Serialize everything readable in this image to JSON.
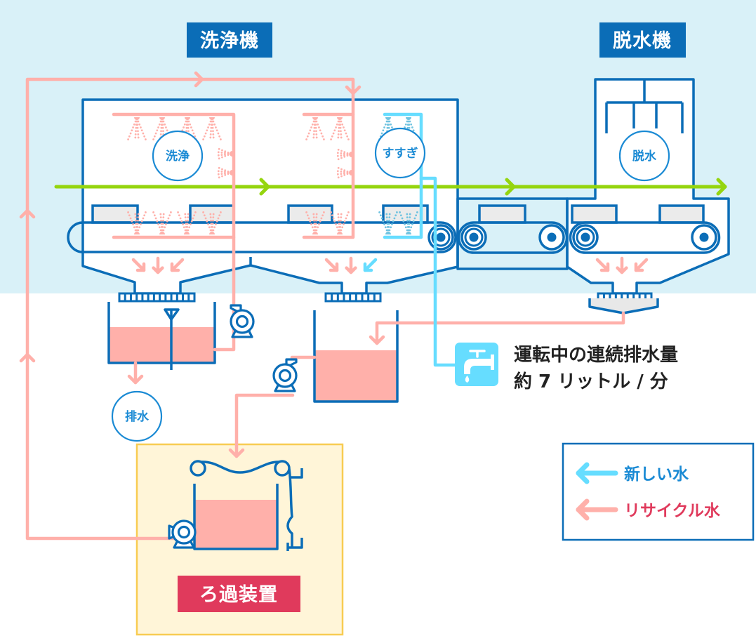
{
  "machines": {
    "washer_label": "洗浄機",
    "dehydrator_label": "脱水機"
  },
  "stages": {
    "wash": "洗浄",
    "rinse": "すすぎ",
    "dewater": "脱水",
    "drain": "排水"
  },
  "drain_info": {
    "icon": "faucet-icon",
    "line1": "運転中の連続排水量",
    "line2": "約 7 リットル / 分"
  },
  "filter": {
    "label": "ろ過装置"
  },
  "legend": {
    "items": [
      {
        "label": "新しい水",
        "icon": "arrow-left-icon",
        "arrow_color": "#66ddff",
        "text_color": "#1a8ad4"
      },
      {
        "label": "リサイクル水",
        "icon": "arrow-left-icon",
        "arrow_color": "#ffb0aa",
        "text_color": "#e03a5c"
      }
    ]
  },
  "colors": {
    "background_top": "#d9f1f8",
    "machine_outline": "#0b6db7",
    "recycled_water": "#ffb0aa",
    "fresh_water": "#66ddff",
    "conveyor_flow": "#95d50f",
    "header_label": "#0b6db7",
    "stage_label": "#1a8ad4",
    "accent_red": "#e03a5c",
    "filter_background": "#fff5d8",
    "filter_border": "#f8cc52",
    "laundry_item": "#ebebeb",
    "rinse_spray": "#6fc3e0"
  }
}
